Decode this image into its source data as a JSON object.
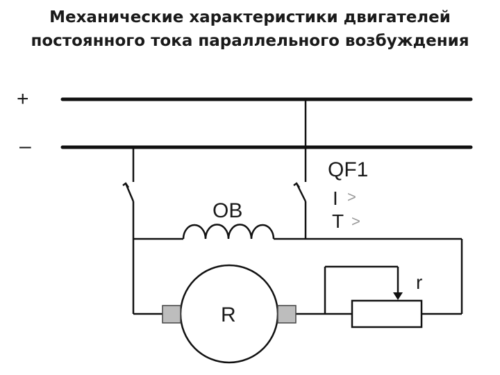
{
  "title": {
    "line1": "Механические характеристики двигателей",
    "line2": "постоянного тока параллельного возбуждения"
  },
  "diagram": {
    "plus_label": "+",
    "minus_label": "–",
    "breaker_label": "QF1",
    "overcurrent_label": "I",
    "thermal_label": "T",
    "relay_symbol": ">",
    "field_winding_label": "ОВ",
    "armature_label": "R",
    "rheostat_label": "r"
  },
  "colors": {
    "line": "#111111",
    "brush": "#bdbdbd",
    "relay_symbol": "#999999"
  }
}
